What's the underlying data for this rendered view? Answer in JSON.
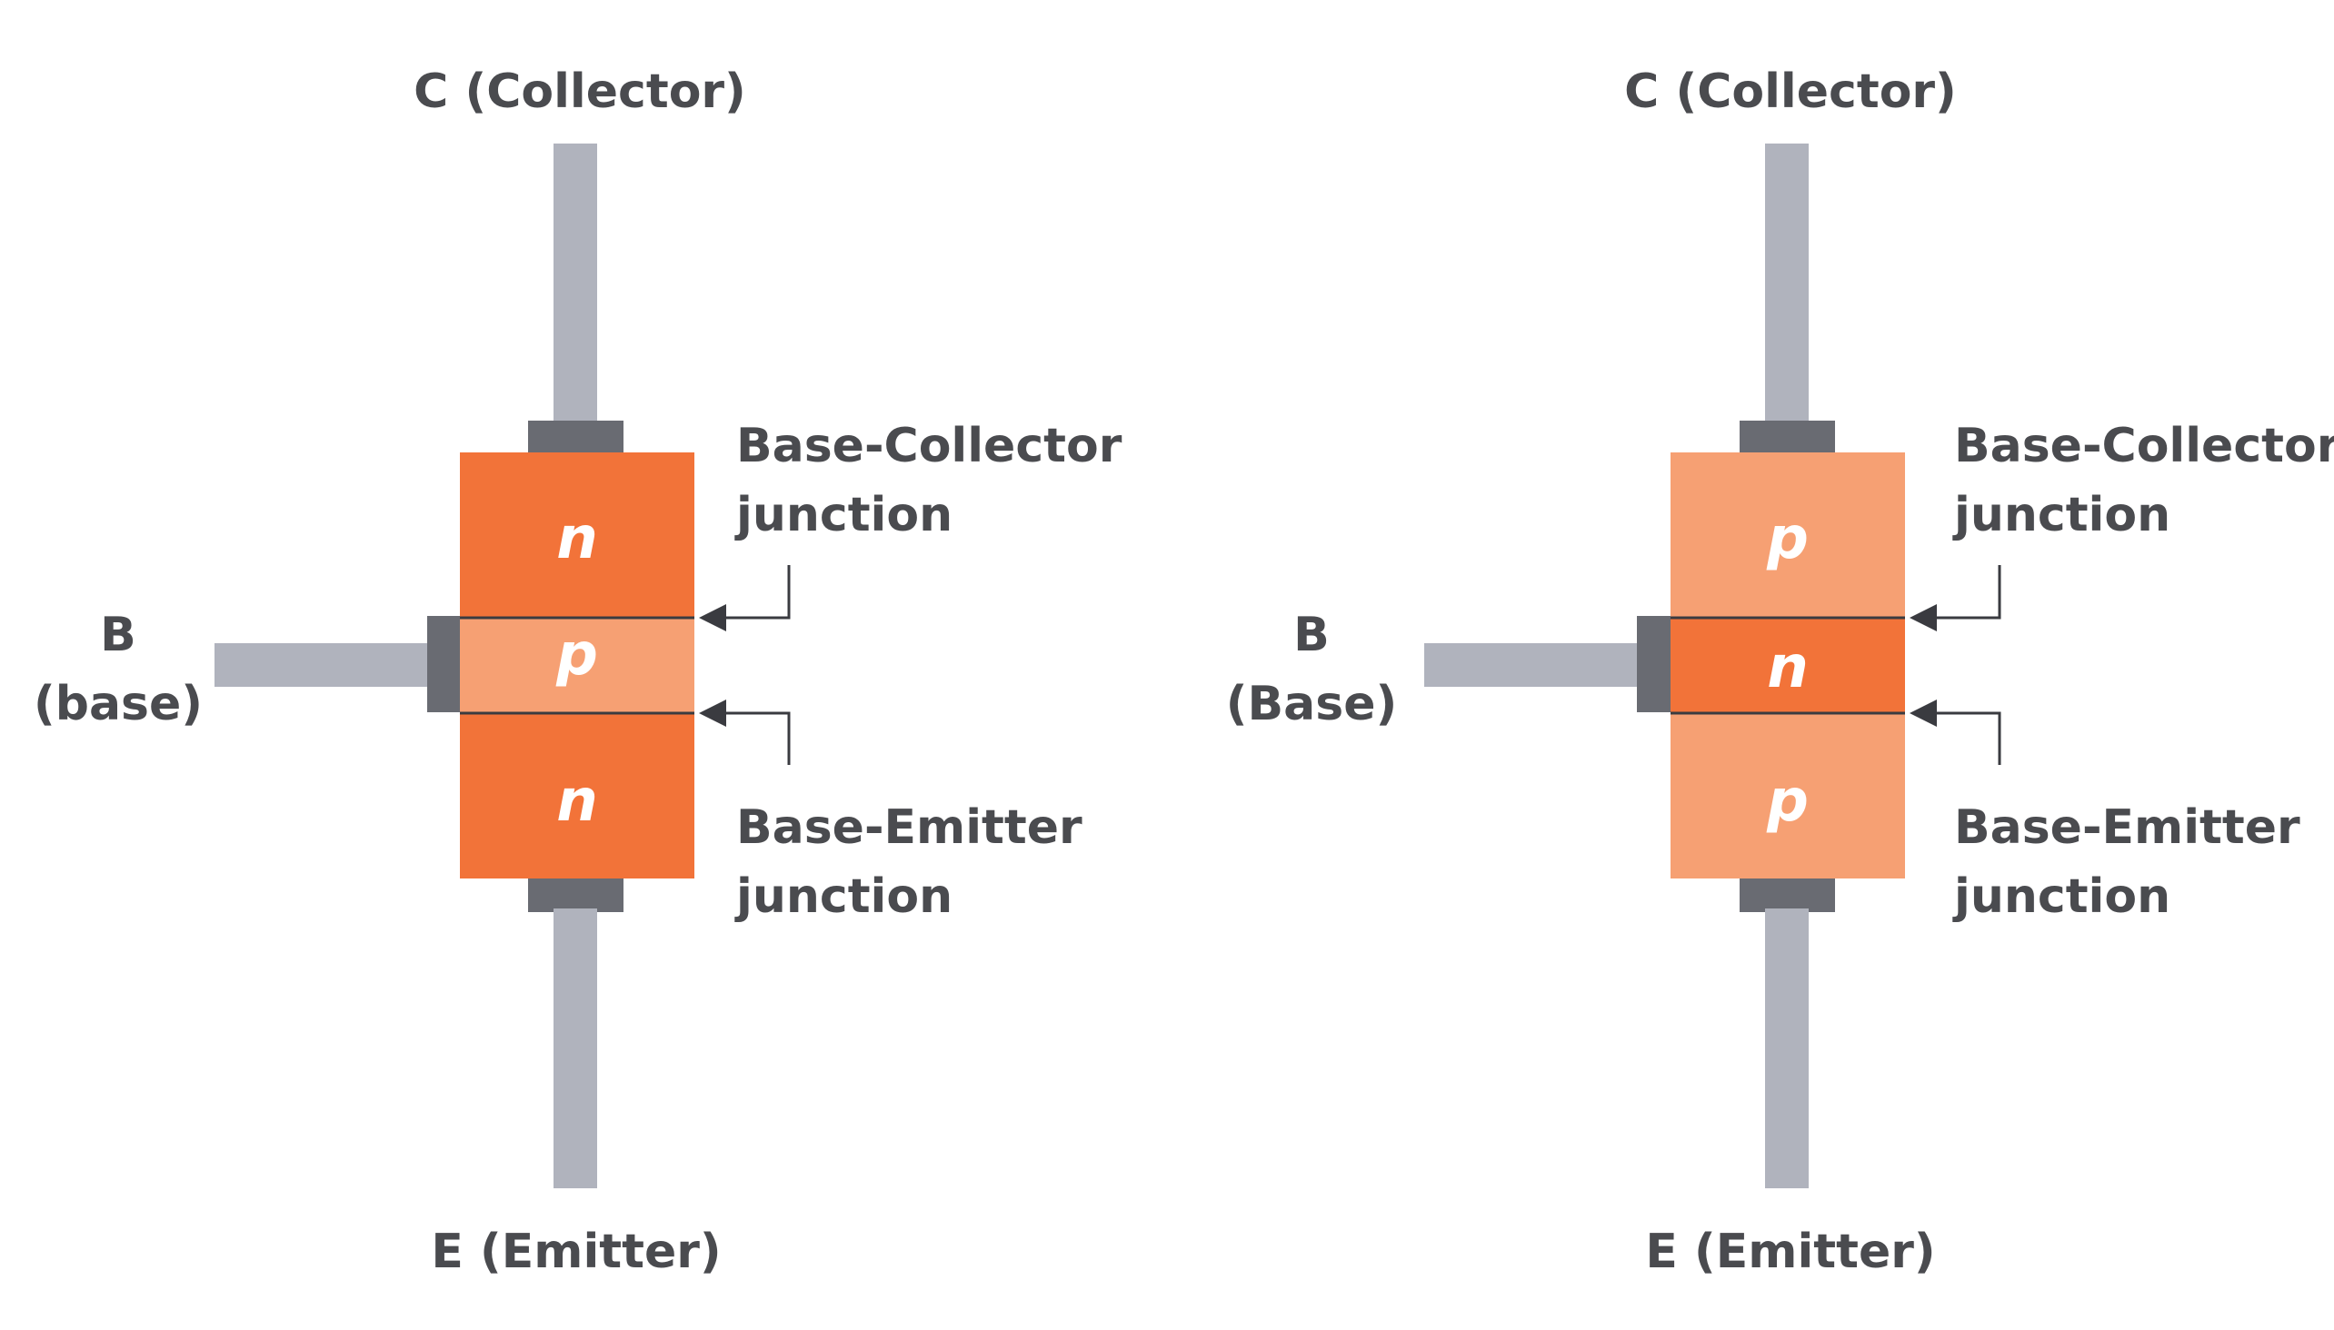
{
  "colors": {
    "lead": "#b0b3bd",
    "contact": "#696b72",
    "n_region": "#f27339",
    "p_region": "#f6a073",
    "text": "#4a4b4f",
    "arrow": "#3a3b40",
    "region_text": "#ffffff"
  },
  "npn": {
    "collector_label": "C (Collector)",
    "emitter_label": "E (Emitter)",
    "base_label_line1": "B",
    "base_label_line2": "(base)",
    "top_region": "n",
    "middle_region": "p",
    "bottom_region": "n",
    "bc_junction_line1": "Base-Collector",
    "bc_junction_line2": "junction",
    "be_junction_line1": "Base-Emitter",
    "be_junction_line2": "junction"
  },
  "pnp": {
    "collector_label": "C (Collector)",
    "emitter_label": "E (Emitter)",
    "base_label_line1": "B",
    "base_label_line2": "(Base)",
    "top_region": "p",
    "middle_region": "n",
    "bottom_region": "p",
    "bc_junction_line1": "Base-Collector",
    "bc_junction_line2": "junction",
    "be_junction_line1": "Base-Emitter",
    "be_junction_line2": "junction"
  }
}
